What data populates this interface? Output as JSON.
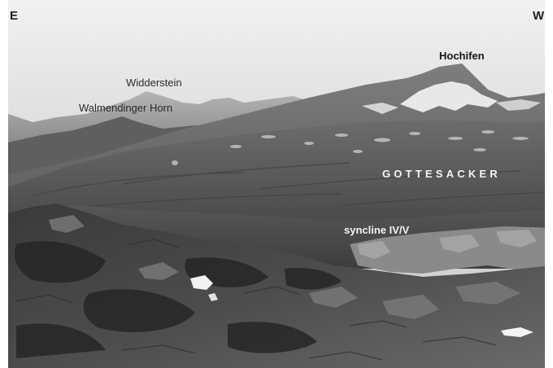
{
  "labels": {
    "compass_east": "E",
    "compass_west": "W",
    "peak_hochifen": "Hochifen",
    "peak_widderstein": "Widderstein",
    "peak_walmendinger_horn": "Walmendinger Horn",
    "region_gottesacker": "GOTTESACKER",
    "fold_syncline": "syncline IV/V"
  }
}
